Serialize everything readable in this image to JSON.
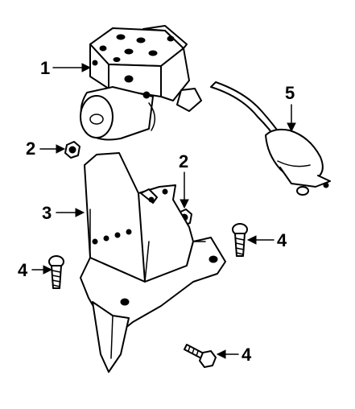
{
  "diagram": {
    "callouts": [
      {
        "id": "c1",
        "label": "1",
        "part": "abs-modulator"
      },
      {
        "id": "c2a",
        "label": "2",
        "part": "nut"
      },
      {
        "id": "c2b",
        "label": "2",
        "part": "nut"
      },
      {
        "id": "c3",
        "label": "3",
        "part": "mounting-bracket"
      },
      {
        "id": "c4a",
        "label": "4",
        "part": "bolt"
      },
      {
        "id": "c4b",
        "label": "4",
        "part": "bolt"
      },
      {
        "id": "c4c",
        "label": "4",
        "part": "bolt"
      },
      {
        "id": "c5",
        "label": "5",
        "part": "wiring-harness"
      }
    ]
  }
}
